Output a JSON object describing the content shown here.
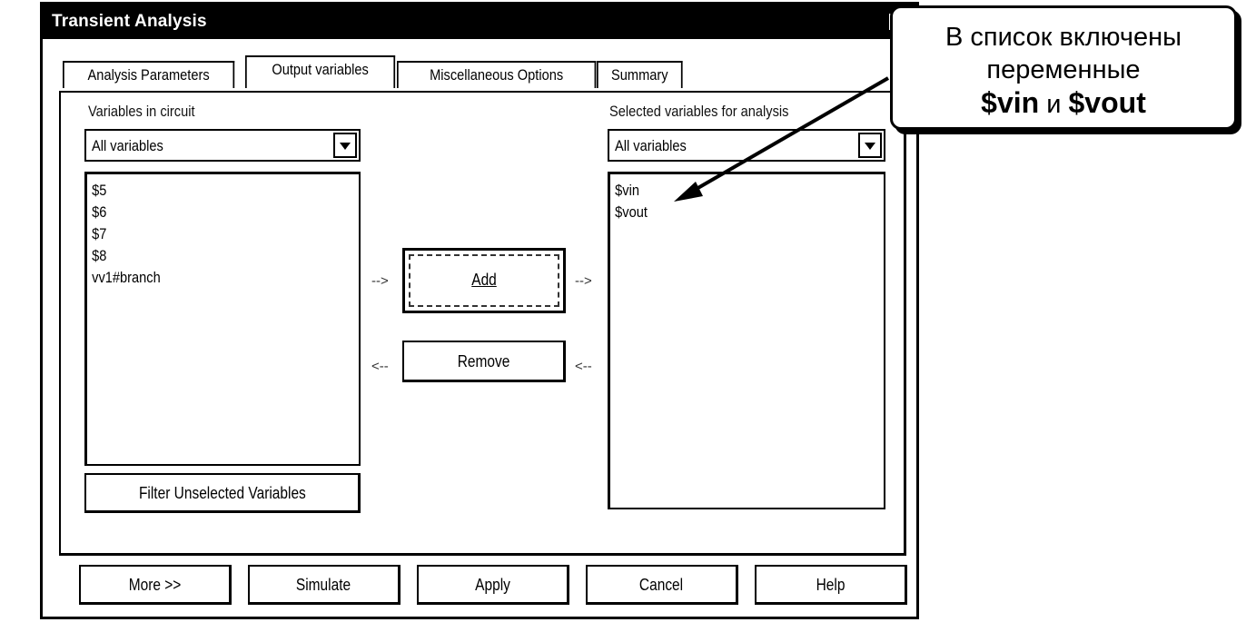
{
  "dialog": {
    "title": "Transient Analysis",
    "close_label": "×"
  },
  "tabs": [
    {
      "label": "Analysis Parameters",
      "active": false
    },
    {
      "label": "Output variables",
      "active": true
    },
    {
      "label": "Miscellaneous Options",
      "active": false
    },
    {
      "label": "Summary",
      "active": false
    }
  ],
  "left_panel": {
    "label": "Variables in circuit",
    "dropdown_value": "All variables",
    "items": [
      "$5",
      "$6",
      "$7",
      "$8",
      "vv1#branch"
    ],
    "filter_button": "Filter Unselected Variables"
  },
  "middle": {
    "add_button": "Add",
    "remove_button": "Remove",
    "arrow_right": "-->",
    "arrow_left": "<--"
  },
  "right_panel": {
    "label": "Selected variables for analysis",
    "dropdown_value": "All variables",
    "items": [
      "$vin",
      "$vout"
    ]
  },
  "bottom_buttons": {
    "more": "More >>",
    "simulate": "Simulate",
    "apply": "Apply",
    "cancel": "Cancel",
    "help": "Help"
  },
  "callout": {
    "line1": "В список включены",
    "line2": "переменные",
    "var1": "$vin",
    "conj": "и",
    "var2": "$vout"
  }
}
